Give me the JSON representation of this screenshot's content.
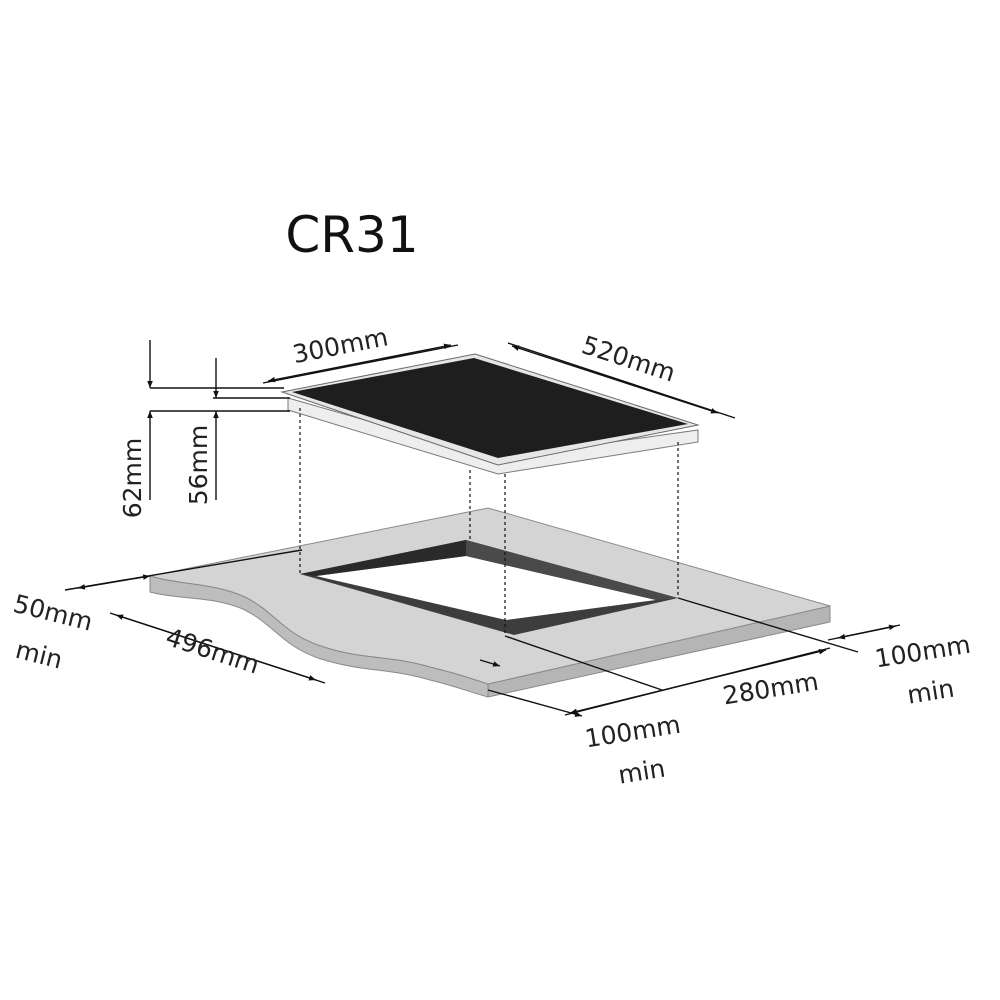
{
  "title": "CR31",
  "labels": {
    "width_top": "300mm",
    "depth_top": "520mm",
    "height_total": "62mm",
    "height_body": "56mm",
    "min_left_value": "50mm",
    "min_left_unit": "min",
    "cutout_depth": "496mm",
    "cutout_width": "280mm",
    "min_front_value": "100mm",
    "min_front_unit": "min",
    "min_right_value": "100mm",
    "min_right_unit": "min"
  },
  "colors": {
    "background": "#ffffff",
    "hob_glass": "#1e1e1e",
    "hob_frame": "#e6e6e6",
    "countertop_top": "#d4d4d4",
    "countertop_side": "#bdbdbd",
    "cutout_wall": "#3a3a3a",
    "lines": "#111111",
    "text": "#222222"
  }
}
